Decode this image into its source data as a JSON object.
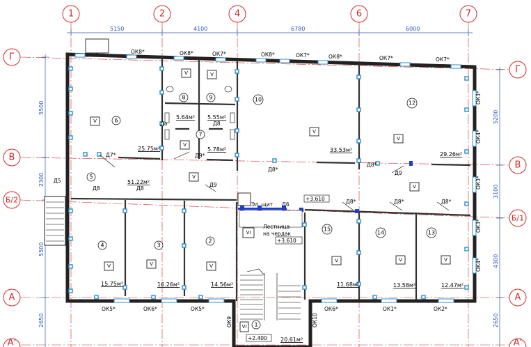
{
  "axes": {
    "vertical": [
      "1",
      "2",
      "4",
      "6",
      "7"
    ],
    "horizontal_left": [
      "Г",
      "В",
      "Б/2",
      "А",
      "А'"
    ],
    "horizontal_right": [
      "Г",
      "В",
      "Б/1",
      "А",
      "А'"
    ]
  },
  "dimensions": {
    "top": [
      "5150",
      "4100",
      "6780",
      "6000"
    ],
    "left": [
      "5500",
      "2300",
      "5500",
      "2650"
    ],
    "right": [
      "5200",
      "3100",
      "4300",
      "2650"
    ]
  },
  "windows": {
    "top": [
      "ОК7*",
      "ОК8*",
      "ОК8*",
      "ОК7*",
      "ОК8*",
      "ОК7*",
      "ОК8*",
      "ОК7*",
      "ОК7*"
    ],
    "bottom": [
      "ОК5*",
      "ОК6*",
      "ОК5*",
      "ОК6*",
      "ОК1*",
      "ОК2*"
    ],
    "right": [
      "ОК3*",
      "ОК4*",
      "ОК3*",
      "ОК3*",
      "ОК4*"
    ],
    "stair": [
      "ОК9",
      "ОК10"
    ]
  },
  "rooms": [
    {
      "num": "1",
      "area": "20.61м²"
    },
    {
      "num": "2",
      "area": "14.56м²"
    },
    {
      "num": "3",
      "area": "16.26м²"
    },
    {
      "num": "4",
      "area": "15.75м²"
    },
    {
      "num": "5",
      "area": "51.22м²"
    },
    {
      "num": "6",
      "area": "25.75м²"
    },
    {
      "num": "7",
      "area": "5.78м²"
    },
    {
      "num": "8",
      "area": "5.64м²"
    },
    {
      "num": "9",
      "area": "5.55м²"
    },
    {
      "num": "10",
      "area": "33.53м²"
    },
    {
      "num": "12",
      "area": "29.26м²"
    },
    {
      "num": "13",
      "area": "12.47м²"
    },
    {
      "num": "14",
      "area": "13.58м²"
    },
    {
      "num": "15",
      "area": "11.68м²"
    }
  ],
  "doors": [
    "Д7*",
    "Д9*",
    "Д8*",
    "Д8",
    "Д8",
    "Д8",
    "Д8",
    "Д9",
    "Д9",
    "Д8*",
    "Д8*",
    "Д8*",
    "Д8*",
    "Д5",
    "Д6"
  ],
  "marks": {
    "v": "V",
    "vi": "VI",
    "el_panel": "Эл. щит",
    "stair_note_1": "Лестница",
    "stair_note_2": "на чердак",
    "level_1": "+3.610",
    "level_2": "+3.610",
    "level_3": "+2.400"
  }
}
